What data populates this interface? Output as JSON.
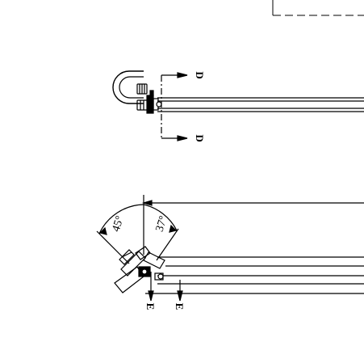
{
  "labels": {
    "section_d": "D",
    "section_e": "E",
    "angle_left": "45°",
    "angle_right": "37°"
  }
}
